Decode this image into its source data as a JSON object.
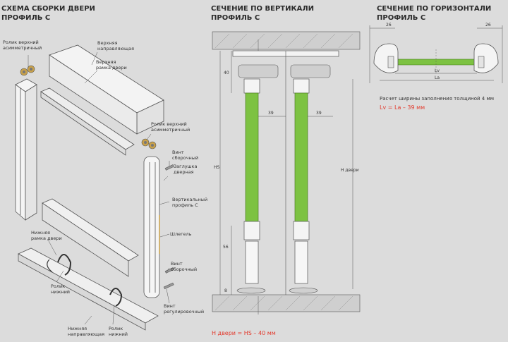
{
  "titles": {
    "assembly": [
      "СХЕМА СБОРКИ ДВЕРИ",
      "ПРОФИЛЬ С"
    ],
    "vertical": [
      "СЕЧЕНИЕ ПО ВЕРТИКАЛИ",
      "ПРОФИЛЬ С"
    ],
    "horizontal": [
      "СЕЧЕНИЕ ПО ГОРИЗОНТАЛИ",
      "ПРОФИЛЬ С"
    ]
  },
  "assembly_labels": {
    "roller_top_left": [
      "Ролик верхний",
      "асимметричный"
    ],
    "top_guide": [
      "Верхняя",
      "направляющая"
    ],
    "top_frame": [
      "Верхняя",
      "рамка двери"
    ],
    "roller_top_right": [
      "Ролик верхний",
      "асимметричный"
    ],
    "screw_assembly": [
      "Винт",
      "сборочный"
    ],
    "door_plug": [
      "Заглушка",
      "дверная"
    ],
    "vertical_profile": [
      "Вертикальный",
      "профиль С"
    ],
    "shlegel": [
      "Шлегель"
    ],
    "bottom_frame": [
      "Нижняя",
      "рамка двери"
    ],
    "screw_assembly_2": [
      "Винт",
      "сборочный"
    ],
    "roller_bottom": [
      "Ролик",
      "нижний"
    ],
    "screw_adjust": [
      "Винт",
      "регулировочный"
    ],
    "bottom_guide": [
      "Нижняя",
      "направляющая"
    ],
    "roller_bottom_2": [
      "Ролик",
      "нижний"
    ]
  },
  "vertical_dims": {
    "d40": "40",
    "d39": "39",
    "hs": "HS",
    "hdoor": "H двери",
    "d56": "56",
    "d8": "8",
    "formula": "H двери = HS – 40 мм"
  },
  "horizontal_dims": {
    "d26_left": "26",
    "d26_right": "26",
    "lv": "Lv",
    "la": "La",
    "note": "Расчет ширины заполнения толщиной 4 мм",
    "formula": "Lv = La – 39 мм"
  },
  "colors": {
    "background": "#dcdcdc",
    "panel_fill": "#7dc242",
    "accent_red": "#e23b2e",
    "metal": "#f2f2f2",
    "outline": "#555555"
  }
}
